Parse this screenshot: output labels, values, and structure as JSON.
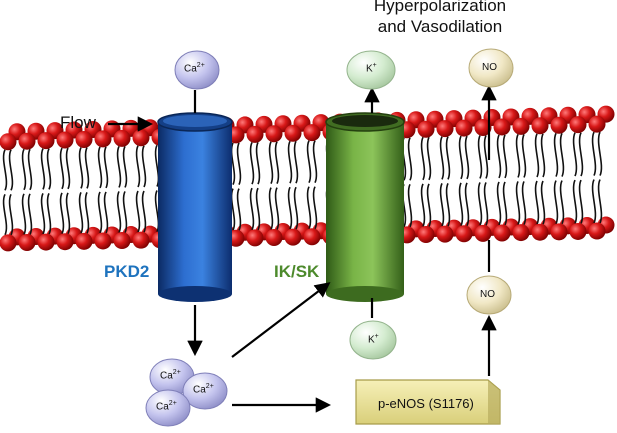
{
  "title": {
    "line1": "Hyperpolarization",
    "line2": "and Vasodilation"
  },
  "labels": {
    "flow": "Flow",
    "pkd2": "PKD2",
    "iksk": "IK/SK",
    "enzyme": "p-eNOS (S1176)"
  },
  "ions": {
    "ca_ion": "Ca",
    "ca_charge": "2+",
    "k_ion": "K",
    "k_charge": "+",
    "no": "NO"
  },
  "colors": {
    "phospholipid_head": "#cc1111",
    "pkd2_channel": "#1f5bb0",
    "pkd2_label": "#1e73be",
    "iksk_channel": "#5e9f32",
    "iksk_label": "#4d8a2c",
    "ca_bead": "#b8b8e6",
    "k_bead": "#cfe8c8",
    "no_bead": "#efe6c2",
    "enzyme_box": "#ece39a"
  }
}
